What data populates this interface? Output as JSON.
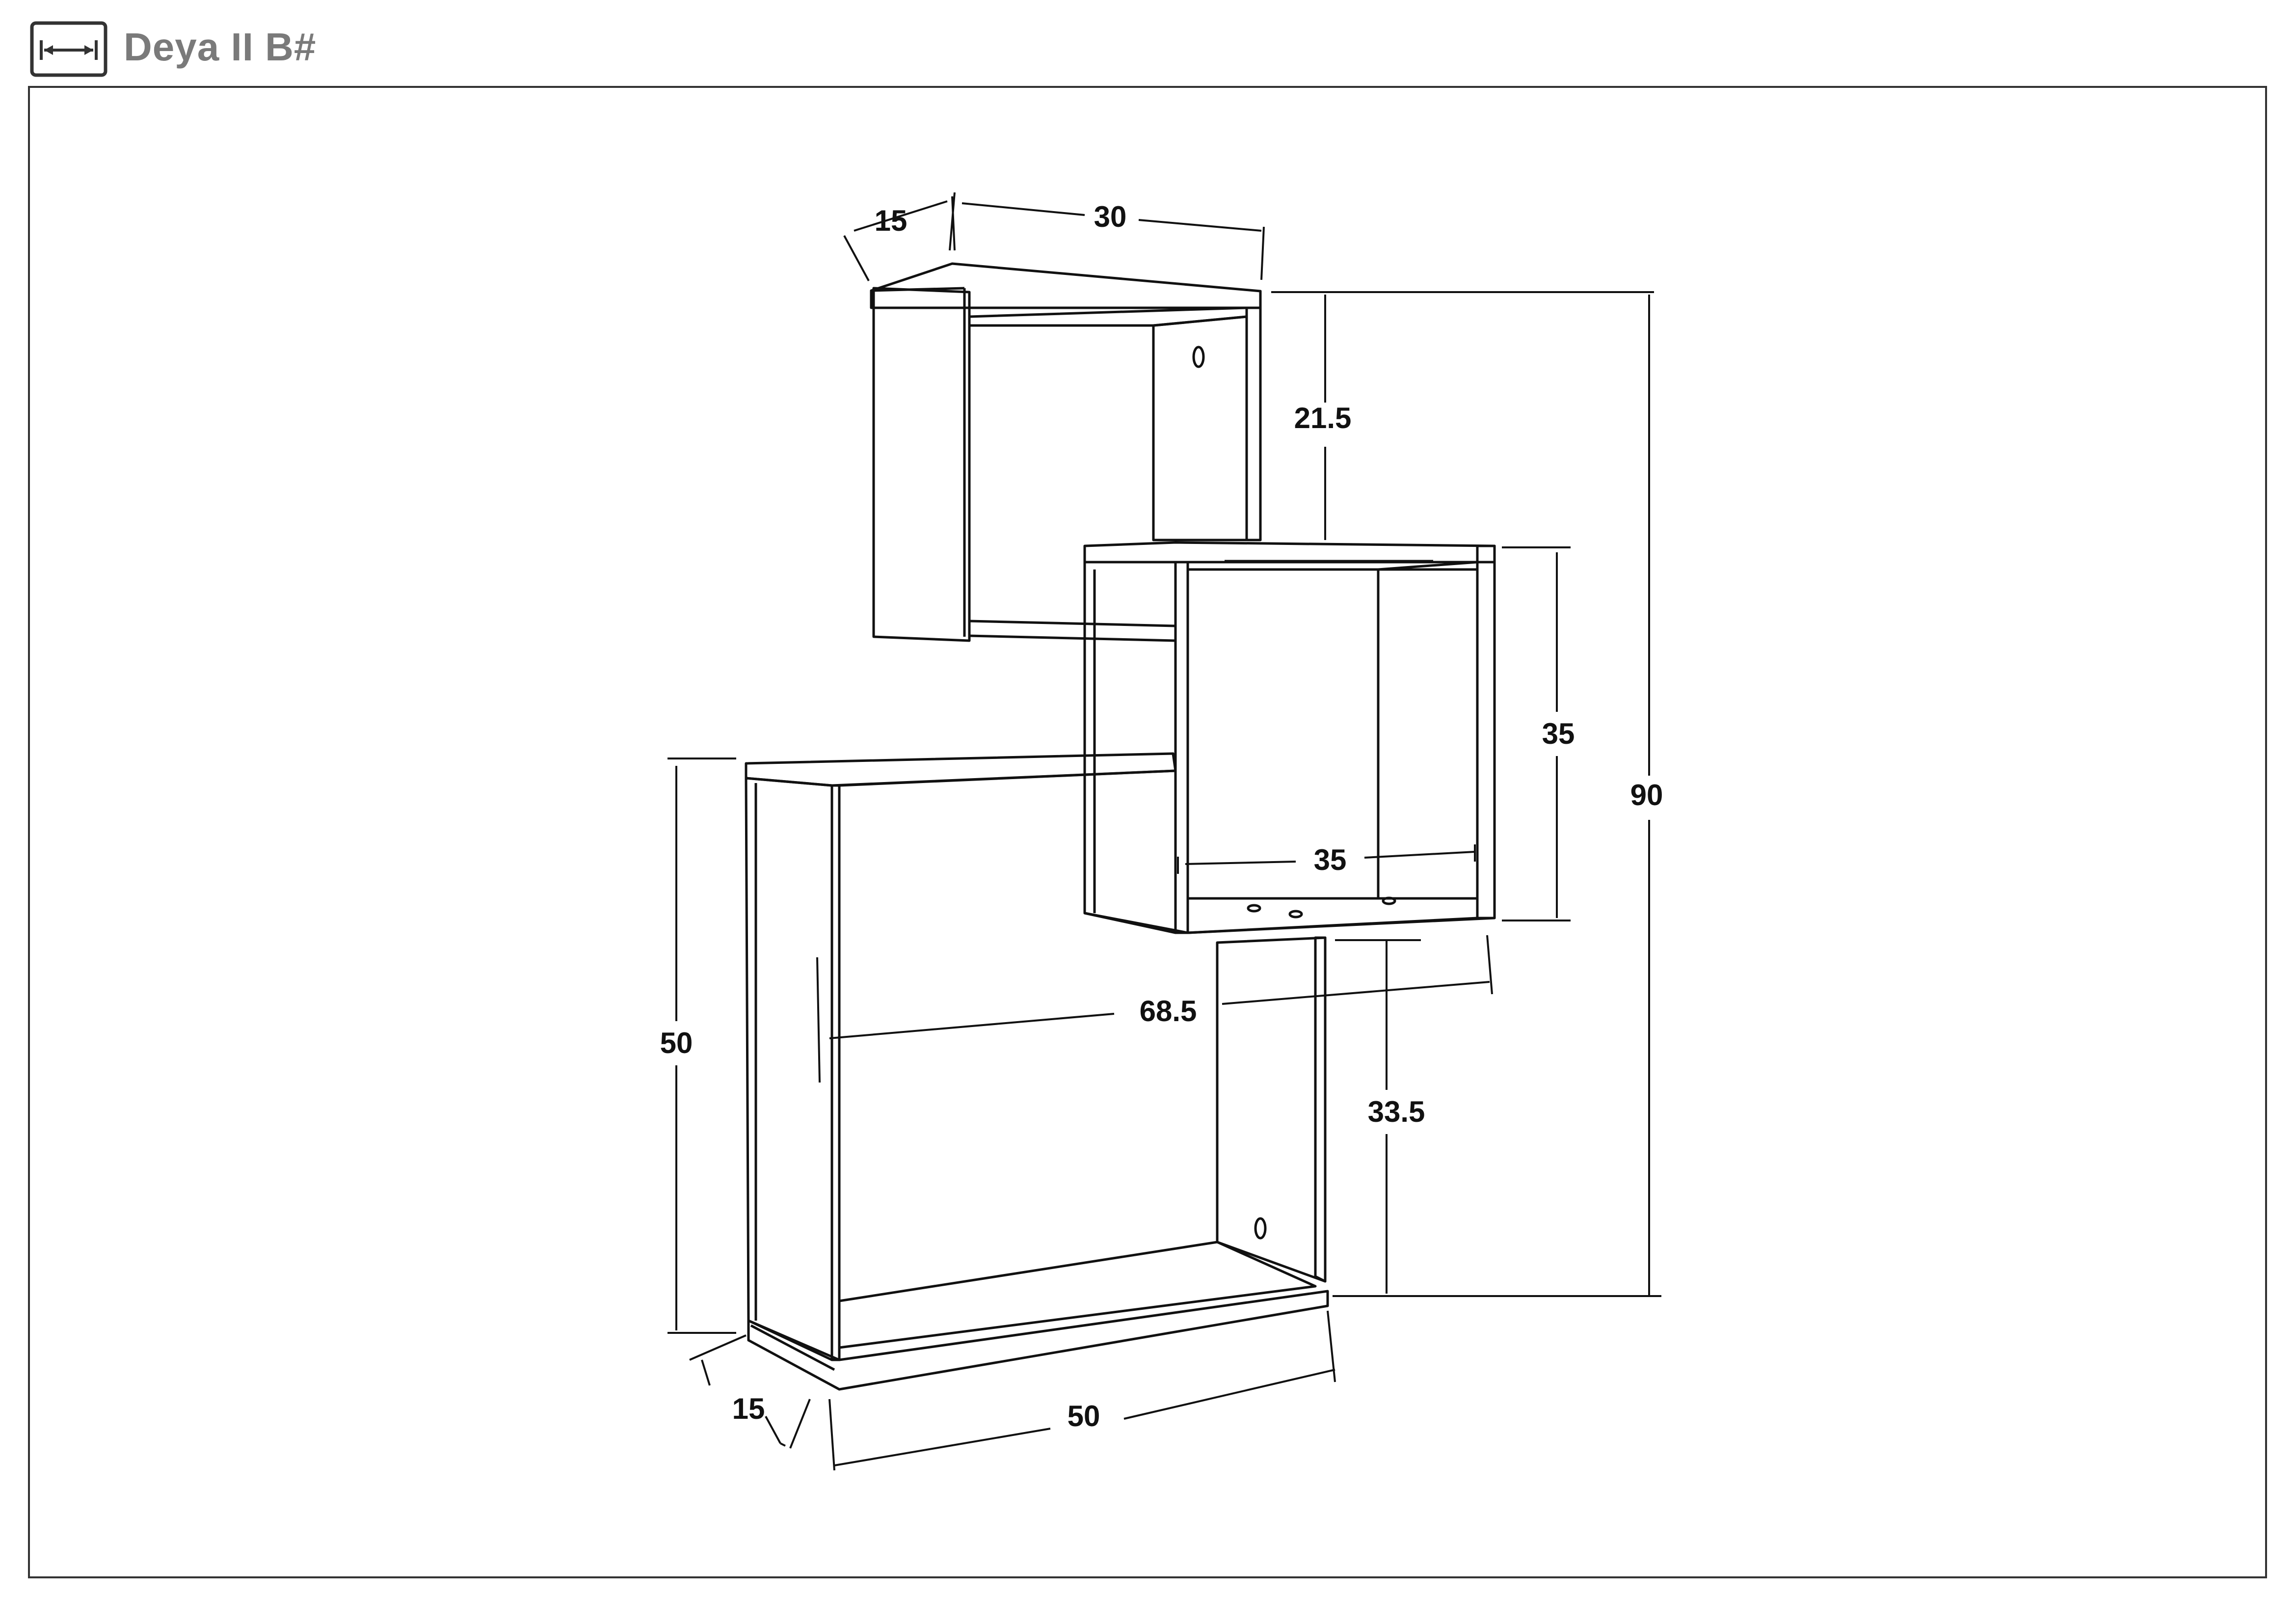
{
  "header": {
    "title": "Deya II B#",
    "icon": "dimension-ruler-icon"
  },
  "dimensions": {
    "top_depth": "15",
    "top_width": "30",
    "top_height": "21.5",
    "middle_height": "35",
    "middle_inner_width": "35",
    "total_height": "90",
    "total_width": "68.5",
    "lower_height": "33.5",
    "left_height": "50",
    "bottom_depth": "15",
    "bottom_width": "50"
  },
  "colors": {
    "line": "#111111",
    "title": "#7a7a7a",
    "frame": "#333333"
  }
}
